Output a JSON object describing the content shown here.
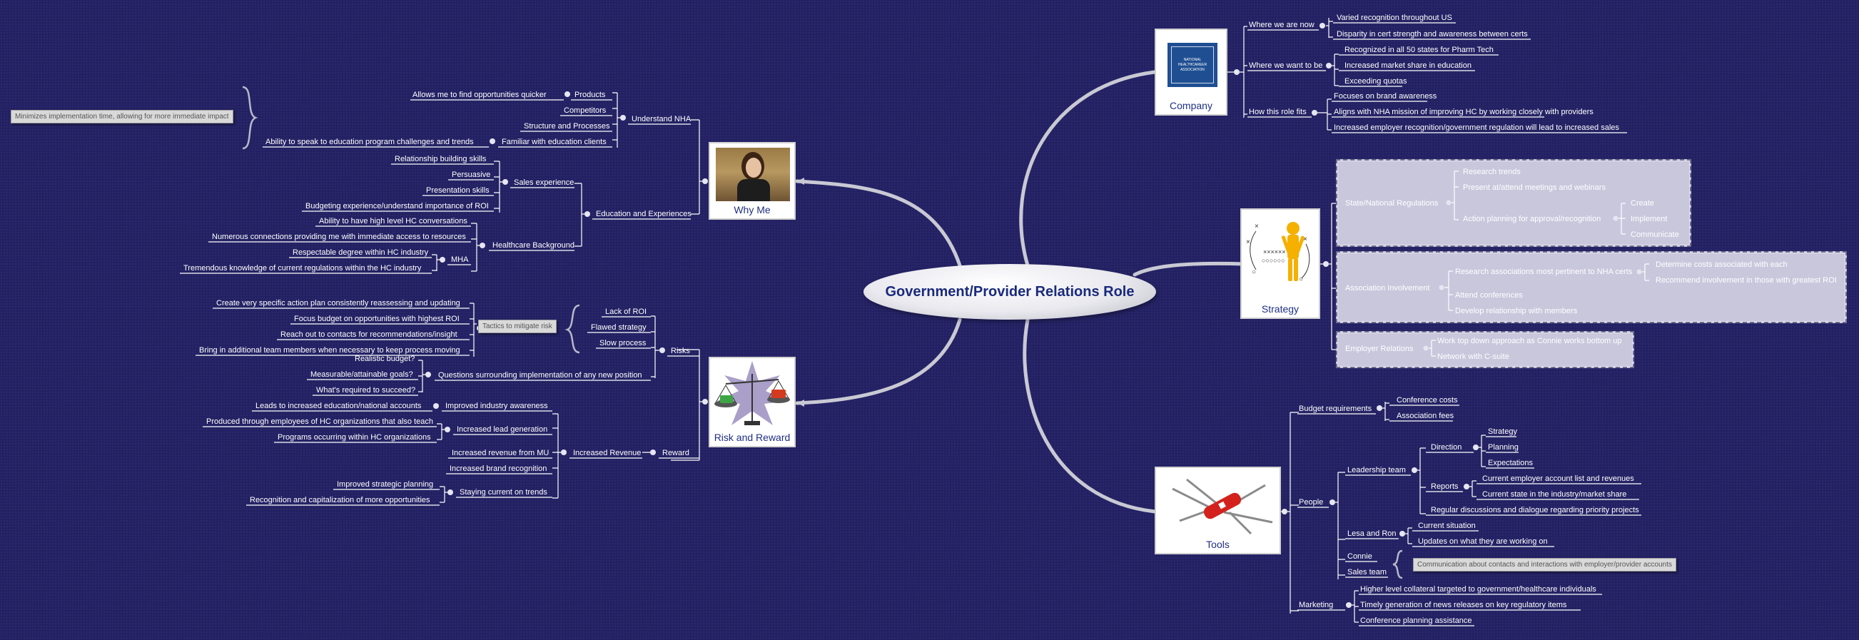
{
  "title": "Government/Provider Relations Role",
  "logo_text": "NATIONAL HEALTHCAREER ASSOCIATION",
  "colors": {
    "background": "#232163",
    "title": "#1a2a7c"
  },
  "topics": {
    "company": "Company",
    "strategy": "Strategy",
    "tools": "Tools",
    "why_me": "Why Me",
    "risk": "Risk and Reward"
  },
  "company": {
    "where_now": "Where we are now",
    "where_now_items": [
      "Varied recognition throughout US",
      "Disparity in cert strength and awareness between certs"
    ],
    "where_want": "Where we want to be",
    "where_want_items": [
      "Recognized in all 50 states for Pharm Tech",
      "Increased market share in education",
      "Exceeding quotas"
    ],
    "fits": "How this role fits",
    "fits_items": [
      "Focuses on brand awareness",
      "Aligns with NHA mission of improving HC by working closely with providers",
      "Increased employer recognition/government regulation will lead to increased sales"
    ]
  },
  "strategy": {
    "state": "State/National Regulations",
    "state_items": [
      "Research trends",
      "Present at/attend meetings and webinars",
      "Action planning for approval/recognition"
    ],
    "action_items": [
      "Create",
      "Implement",
      "Communicate"
    ],
    "assoc": "Association Involvement",
    "assoc_research": "Research associations most pertinent to NHA certs",
    "assoc_research_items": [
      "Determine costs associated with each",
      "Recommend involvement in those with greatest ROI"
    ],
    "assoc_items": [
      "Attend conferences",
      "Develop relationship with members"
    ],
    "employer": "Employer Relations",
    "employer_items": [
      "Work top down approach as Connie works bottom up",
      "Network with C-suite"
    ]
  },
  "tools": {
    "budget": "Budget requirements",
    "budget_items": [
      "Conference costs",
      "Association fees"
    ],
    "people": "People",
    "leadership": "Leadership team",
    "direction": "Direction",
    "direction_items": [
      "Strategy",
      "Planning",
      "Expectations"
    ],
    "reports": "Reports",
    "reports_items": [
      "Current employer account list and revenues",
      "Current state in the industry/market share"
    ],
    "regular": "Regular discussions and dialogue regarding priority projects",
    "lesa": "Lesa and Ron",
    "lesa_items": [
      "Current situation",
      "Updates on what they are working on"
    ],
    "connie": "Connie",
    "sales": "Sales team",
    "connie_note": "Communication about contacts and interactions with employer/provider accounts",
    "marketing": "Marketing",
    "marketing_items": [
      "Higher level collateral targeted to government/healthcare individuals",
      "Timely generation of news releases on key regulatory items",
      "Conference planning assistance"
    ]
  },
  "why_me": {
    "understand": "Understand NHA",
    "understand_items": [
      "Products",
      "Competitors",
      "Structure and Processes",
      "Familiar with education clients"
    ],
    "products_sub": "Allows me to find opportunities quicker",
    "familiar_sub": "Ability to speak to education program challenges and trends",
    "understand_note": "Minimizes implementation time, allowing for more immediate impact",
    "education": "Education and Experiences",
    "sales_exp": "Sales experience",
    "sales_items": [
      "Relationship building skills",
      "Persuasive",
      "Presentation skills",
      "Budgeting experience/understand importance of ROI"
    ],
    "hc_bg": "Healthcare Background",
    "hc_items": [
      "Ability to have high level HC conversations",
      "Numerous connections providing me with immediate access to resources"
    ],
    "mha": "MHA",
    "mha_items": [
      "Respectable degree within HC industry",
      "Tremendous knowledge of current regulations within the HC industry"
    ]
  },
  "risk": {
    "risks": "Risks",
    "risk_items": [
      "Lack of ROI",
      "Flawed strategy",
      "Slow process"
    ],
    "tactics_note": "Tactics to mitigate risk",
    "tactics": [
      "Create very specific action plan consistently reassessing and updating",
      "Focus budget on opportunities with highest ROI",
      "Reach out to contacts for recommendations/insight",
      "Bring in additional team members when necessary to keep process moving"
    ],
    "questions": "Questions surrounding implementation of any new position",
    "question_items": [
      "Realistic budget?",
      "Measurable/attainable goals?",
      "What's required to succeed?"
    ],
    "reward": "Reward",
    "increased_revenue": "Increased Revenue",
    "industry": "Improved industry awareness",
    "industry_sub": "Leads to increased education/national accounts",
    "lead": "Increased lead generation",
    "lead_items": [
      "Produced through employees of HC organizations that also teach",
      "Programs occurring within HC organizations"
    ],
    "mu": "Increased revenue from MU",
    "brand": "Increased brand recognition",
    "trends": "Staying current on trends",
    "trend_items": [
      "Improved strategic planning",
      "Recognition and capitalization of more opportunities"
    ]
  }
}
